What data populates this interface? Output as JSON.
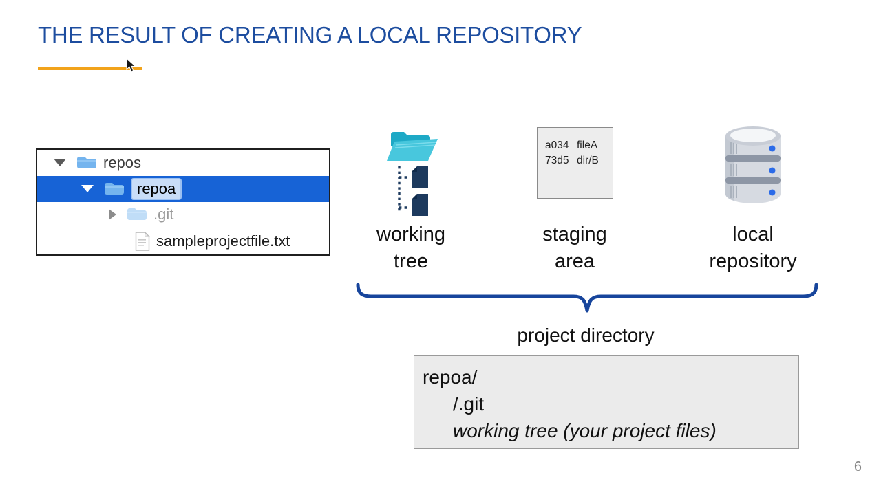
{
  "slide": {
    "title": "THE RESULT OF CREATING A LOCAL REPOSITORY",
    "title_color": "#1d4d9f",
    "underline_color": "#f2a31b",
    "page_number": "6"
  },
  "file_tree": {
    "selection_color": "#1763d6",
    "rows": [
      {
        "label": "repos",
        "type": "folder",
        "expanded": true,
        "selected": false
      },
      {
        "label": "repoa",
        "type": "folder",
        "expanded": true,
        "selected": true,
        "editing": true
      },
      {
        "label": ".git",
        "type": "folder",
        "expanded": false,
        "dimmed": true
      },
      {
        "label": "sampleprojectfile.txt",
        "type": "file"
      }
    ]
  },
  "stages": {
    "working_tree": {
      "icon": "open-folder-with-file-tree",
      "label_line1": "working",
      "label_line2": "tree"
    },
    "staging_area": {
      "icon": "index-card",
      "label_line1": "staging",
      "label_line2": "area",
      "entries": [
        {
          "hash": "a034",
          "name": "fileA"
        },
        {
          "hash": "73d5",
          "name": "dir/B"
        }
      ]
    },
    "local_repository": {
      "icon": "database",
      "label_line1": "local",
      "label_line2": "repository"
    }
  },
  "brace": {
    "label": "project directory",
    "color": "#17459c"
  },
  "directory_box": {
    "lines": [
      {
        "text": "repoa/",
        "indent": 0,
        "italic": false
      },
      {
        "text": "/.git",
        "indent": 1,
        "italic": false
      },
      {
        "text": "working tree (your project files)",
        "indent": 1,
        "italic": true
      }
    ]
  }
}
